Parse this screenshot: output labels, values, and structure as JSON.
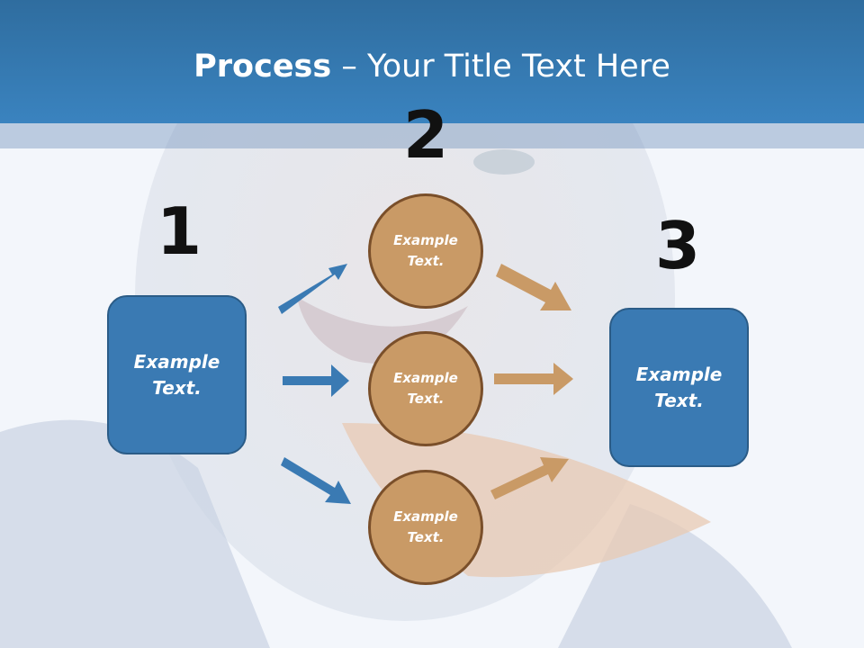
{
  "title": {
    "bold": "Process",
    "rest": " – Your Title Text Here"
  },
  "steps": {
    "one": "1",
    "two": "2",
    "three": "3"
  },
  "nodes": {
    "left_box": "Example\nText.",
    "circle_top": "Example\nText.",
    "circle_middle": "Example\nText.",
    "circle_bottom": "Example\nText.",
    "right_box": "Example\nText."
  },
  "colors": {
    "blue": "#3a7ab3",
    "orange": "#c99a66",
    "title_bar": "#3a83bf"
  }
}
